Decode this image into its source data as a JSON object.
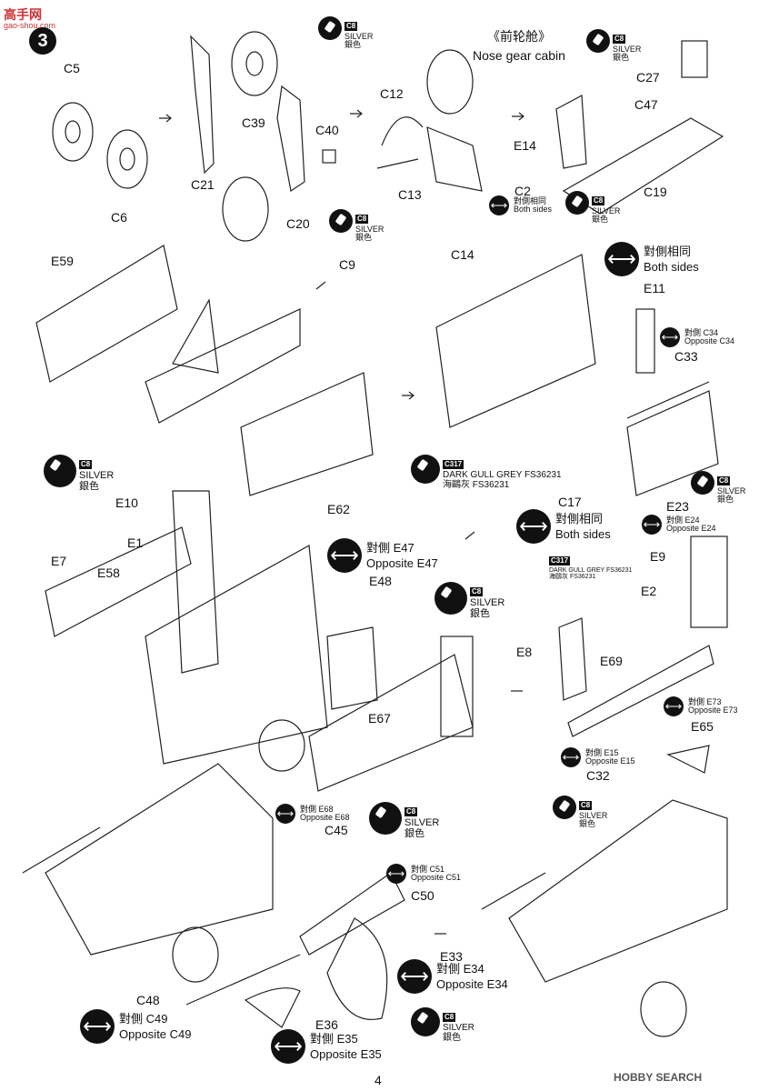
{
  "header": {
    "site_logo": "高手网",
    "site_url": "gao-shou.com",
    "step_number": "3"
  },
  "section_title": {
    "zh": "《前轮舱》",
    "en": "Nose gear cabin"
  },
  "part_labels": [
    "C5",
    "C6",
    "C21",
    "C39",
    "C20",
    "C40",
    "C12",
    "C13",
    "C2",
    "C27",
    "C47",
    "E14",
    "C19",
    "C9",
    "C14",
    "E59",
    "E11",
    "C33",
    "E62",
    "C17",
    "E23",
    "E10",
    "E1",
    "E7",
    "E58",
    "E48",
    "E67",
    "E9",
    "E2",
    "E8",
    "E69",
    "E65",
    "C45",
    "C50",
    "C32",
    "E33",
    "C48",
    "E36"
  ],
  "paints": {
    "silver_code": "C8",
    "silver_en": "SILVER",
    "silver_zh": "銀色",
    "grey_code": "C317",
    "grey_en": "DARK GULL GREY FS36231",
    "grey_zh": "海鷗灰 FS36231"
  },
  "notes": {
    "both_sides_zh": "對側相同",
    "both_sides_en": "Both sides",
    "opp_c34_zh": "對側 C34",
    "opp_c34_en": "Opposite C34",
    "opp_e24_zh": "對側 E24",
    "opp_e24_en": "Opposite E24",
    "opp_e47_zh": "對側 E47",
    "opp_e47_en": "Opposite E47",
    "opp_e73_zh": "對側 E73",
    "opp_e73_en": "Opposite E73",
    "opp_e15_zh": "對側 E15",
    "opp_e15_en": "Opposite E15",
    "opp_e68_zh": "對側 E68",
    "opp_e68_en": "Opposite E68",
    "opp_c51_zh": "對側 C51",
    "opp_c51_en": "Opposite C51",
    "opp_e34_zh": "對側 E34",
    "opp_e34_en": "Opposite E34",
    "opp_c49_zh": "對側 C49",
    "opp_c49_en": "Opposite C49",
    "opp_e35_zh": "對側 E35",
    "opp_e35_en": "Opposite E35"
  },
  "footer": {
    "page_number": "4",
    "watermark": "HOBBY SEARCH"
  }
}
